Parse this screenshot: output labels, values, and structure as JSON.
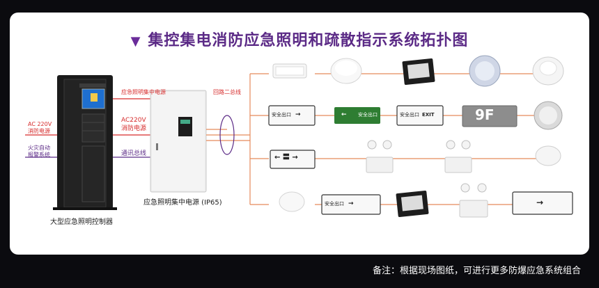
{
  "title": "集控集电消防应急照明和疏散指示系统拓扑图",
  "note": "备注：根据现场图纸，可进行更多防爆应急系统组合",
  "controller": {
    "caption": "大型应急照明控制器",
    "ac_label_1": "AC 220V",
    "ac_label_2": "消防电源",
    "fire_label_1": "火灾自动",
    "fire_label_2": "报警系统"
  },
  "links": {
    "power_line": "应急照明集中电源",
    "ac_label_1": "AC220V",
    "ac_label_2": "消防电源",
    "comm_line": "通讯总线"
  },
  "power_box": {
    "caption": "应急照明集中电源 (IP65)",
    "loop_label": "回路二总线"
  },
  "signs": {
    "exit_cn": "安全出口",
    "exit_en": "EXIT",
    "floor": "9F"
  },
  "colors": {
    "title": "#5b2a86",
    "red_label": "#d62b2b",
    "bus_line": "#e58a5a",
    "sign_green": "#2e7d32"
  }
}
